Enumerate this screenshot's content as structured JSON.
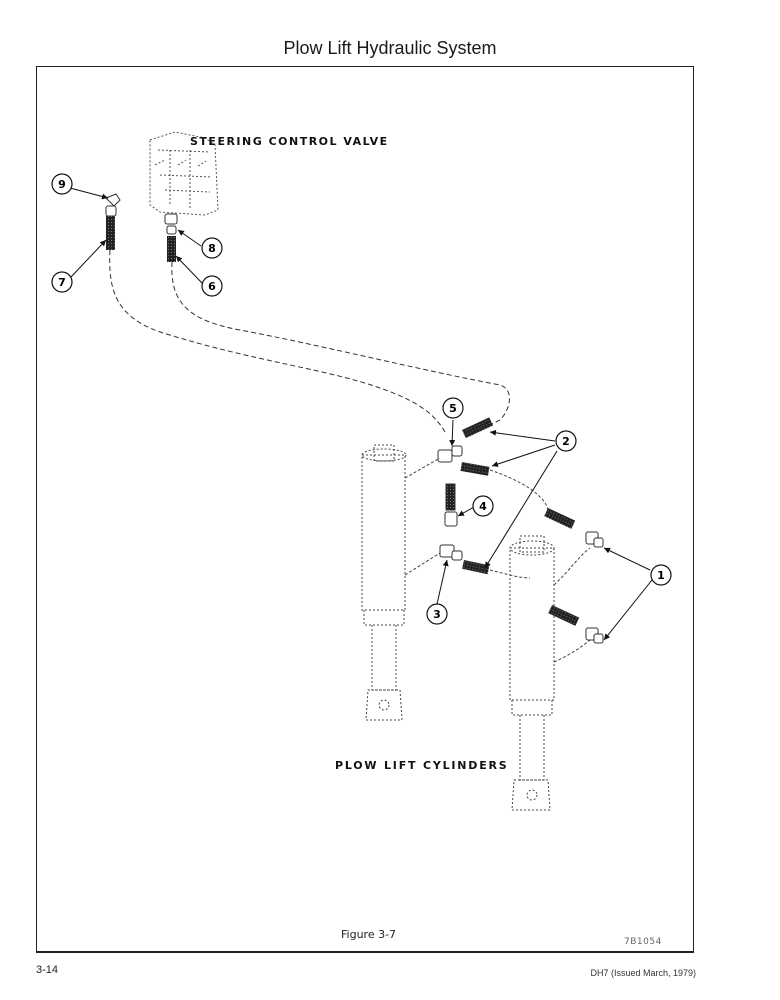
{
  "page": {
    "title": "Plow Lift Hydraulic System",
    "figure_caption": "Figure 3-7",
    "figure_code": "7B1054",
    "page_number": "3-14",
    "issue_note": "DH7 (Issued March, 1979)"
  },
  "diagram": {
    "labels": {
      "steering_control_valve": "STEERING CONTROL VALVE",
      "plow_lift_cylinders": "PLOW LIFT CYLINDERS"
    },
    "callouts": [
      "1",
      "2",
      "3",
      "4",
      "5",
      "6",
      "7",
      "8",
      "9"
    ]
  }
}
